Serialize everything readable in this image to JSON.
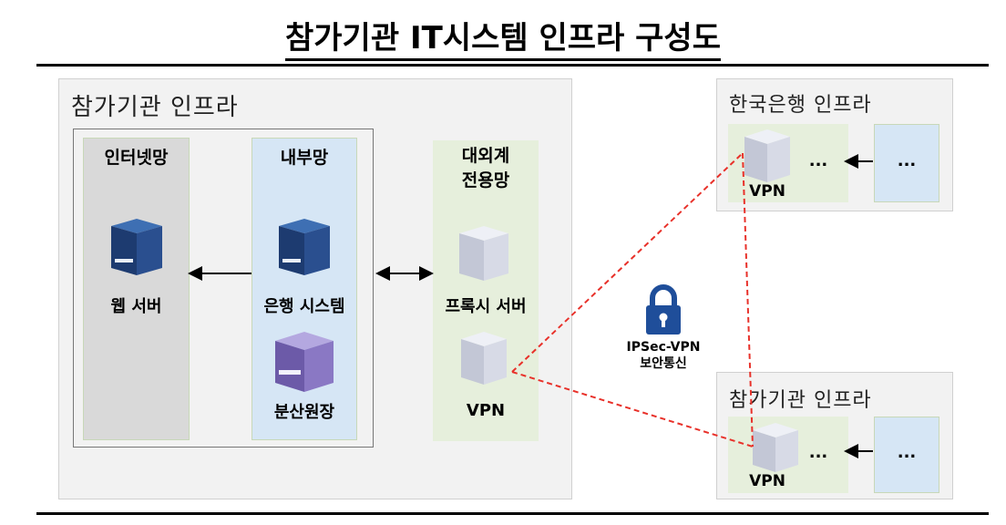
{
  "title": "참가기관 IT시스템 인프라 구성도",
  "participant_infra": {
    "label": "참가기관 인프라",
    "internet_zone": {
      "label": "인터넷망",
      "web_server": "웹 서버"
    },
    "internal_zone": {
      "label": "내부망",
      "bank_system": "은행 시스템",
      "distributed_ledger": "분산원장"
    },
    "external_zone": {
      "label_line1": "대외계",
      "label_line2": "전용망",
      "proxy_server": "프록시 서버",
      "vpn": "VPN"
    }
  },
  "bok_infra": {
    "label": "한국은행 인프라",
    "vpn": "VPN",
    "ellipsis_1": "...",
    "ellipsis_2": "..."
  },
  "participant_infra_2": {
    "label": "참가기관 인프라",
    "vpn": "VPN",
    "ellipsis_1": "...",
    "ellipsis_2": "..."
  },
  "secure_comm": {
    "line1": "IPSec-VPN",
    "line2": "보안통신"
  },
  "icons": {
    "server": "server-cube-icon",
    "ledger": "ledger-cube-icon",
    "gray_cube": "gray-cube-icon",
    "lock": "lock-icon"
  },
  "colors": {
    "internet_zone": "#d9d9d9",
    "internal_zone": "#d6e6f5",
    "external_zone": "#e6efdc",
    "vpn_link": "#e8312a",
    "lock": "#1f4e9a"
  }
}
